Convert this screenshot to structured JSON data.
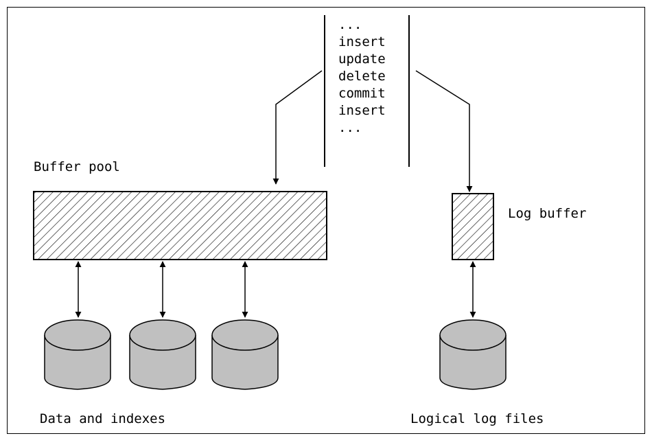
{
  "labels": {
    "buffer_pool": "Buffer pool",
    "log_buffer": "Log buffer",
    "data_and_indexes": "Data and indexes",
    "logical_log_files": "Logical log files"
  },
  "operations": [
    "...",
    "insert",
    "update",
    "delete",
    "commit",
    "insert",
    "..."
  ],
  "colors": {
    "stroke": "#000000",
    "disk_fill": "#c0c0c0",
    "background": "#ffffff"
  }
}
